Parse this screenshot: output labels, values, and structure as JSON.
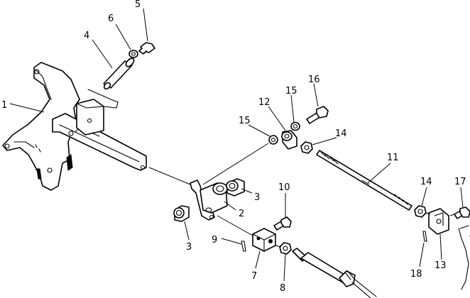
{
  "callouts": [
    {
      "id": "p1",
      "label": "1"
    },
    {
      "id": "p2",
      "label": "2"
    },
    {
      "id": "p3a",
      "label": "3"
    },
    {
      "id": "p3b",
      "label": "3"
    },
    {
      "id": "p4",
      "label": "4"
    },
    {
      "id": "p5",
      "label": "5"
    },
    {
      "id": "p6",
      "label": "6"
    },
    {
      "id": "p7",
      "label": "7"
    },
    {
      "id": "p8",
      "label": "8"
    },
    {
      "id": "p9",
      "label": "9"
    },
    {
      "id": "p10",
      "label": "10"
    },
    {
      "id": "p11",
      "label": "11"
    },
    {
      "id": "p12",
      "label": "12"
    },
    {
      "id": "p13",
      "label": "13"
    },
    {
      "id": "p14a",
      "label": "14"
    },
    {
      "id": "p14b",
      "label": "14"
    },
    {
      "id": "p15a",
      "label": "15"
    },
    {
      "id": "p15b",
      "label": "15"
    },
    {
      "id": "p16",
      "label": "16"
    },
    {
      "id": "p17",
      "label": "17"
    },
    {
      "id": "p18",
      "label": "18"
    }
  ]
}
